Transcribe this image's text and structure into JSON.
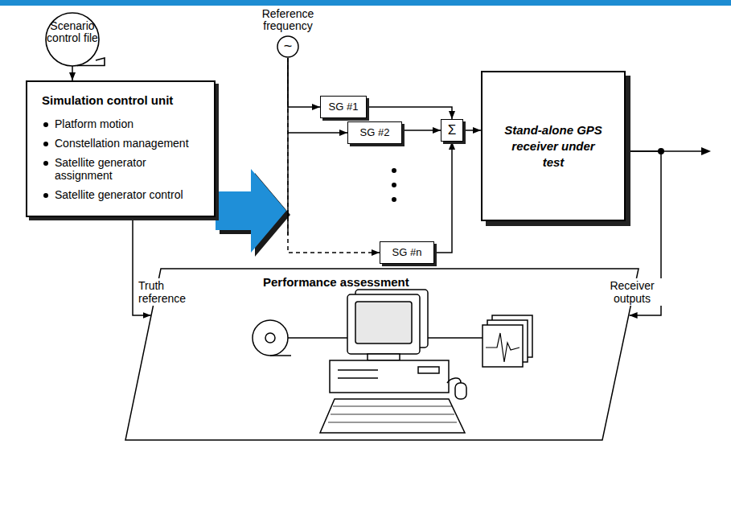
{
  "diagram": {
    "nodes": [
      {
        "text": [
          "Scenario control file"
        ]
      },
      {
        "text": [
          "Simulation control unit",
          "Platform motion",
          "Constellation management",
          "Satellite generator assignment",
          "Satellite generator control"
        ]
      },
      {
        "text": [
          "Reference frequency",
          "~"
        ]
      },
      {
        "text": [
          "SG #1"
        ]
      },
      {
        "text": [
          "SG #2"
        ]
      },
      {
        "text": [
          "SG #n"
        ]
      },
      {
        "text": [
          "Σ"
        ]
      },
      {
        "text": [
          "Stand-alone GPS receiver under test"
        ]
      },
      {
        "text": [
          "Performance assessment"
        ]
      }
    ],
    "edges": [
      {
        "from": 0,
        "to": 1,
        "arrow": "to"
      },
      {
        "from": 2,
        "to": 3,
        "arrow": "to"
      },
      {
        "from": 2,
        "to": 4,
        "arrow": "to"
      },
      {
        "from": 2,
        "to": 5,
        "arrow": "to"
      },
      {
        "from": 3,
        "to": 6,
        "arrow": "to"
      },
      {
        "from": 4,
        "to": 6,
        "arrow": "to"
      },
      {
        "from": 5,
        "to": 6,
        "arrow": "to"
      },
      {
        "from": 6,
        "to": 7,
        "arrow": "to"
      },
      {
        "from": 1,
        "to": 8,
        "label": "Truth reference",
        "arrow": "to"
      },
      {
        "from": 7,
        "to": 8,
        "label": "Receiver outputs",
        "arrow": "to"
      }
    ]
  }
}
